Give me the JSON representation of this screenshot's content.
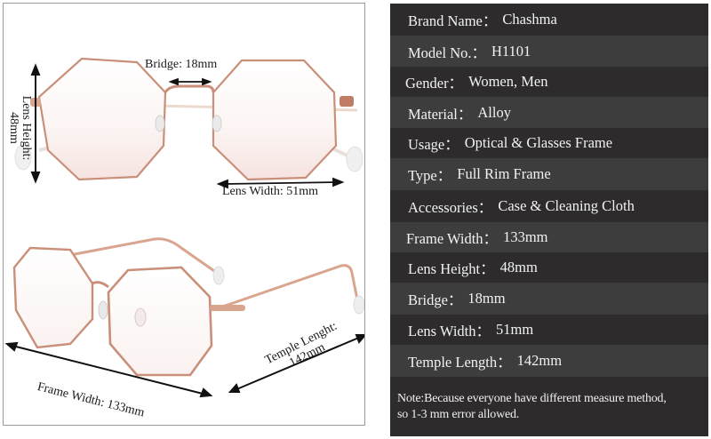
{
  "product_images": {
    "front_view": {
      "annotations": {
        "bridge": "Bridge: 18mm",
        "lens_width": "Lens Width: 51mm",
        "lens_height_line1": "Lens Height:",
        "lens_height_line2": "48mm"
      }
    },
    "angled_view": {
      "annotations": {
        "frame_width": "Frame Width:  133mm",
        "temple_line1": "Temple Lenght:",
        "temple_line2": "142mm"
      }
    },
    "frame_color": "#d9a58f",
    "frame_color_dark": "#c58a72"
  },
  "specs": {
    "rows": [
      {
        "label": "Brand Name：",
        "value": "Chashma"
      },
      {
        "label": "Model No.：",
        "value": "H1101"
      },
      {
        "label": "Gender：",
        "value": "Women, Men"
      },
      {
        "label": "Material：",
        "value": "Alloy"
      },
      {
        "label": "Usage：",
        "value": "Optical & Glasses Frame"
      },
      {
        "label": "Type：",
        "value": "Full Rim Frame"
      },
      {
        "label": "Accessories：",
        "value": "Case & Cleaning Cloth"
      },
      {
        "label": "Frame Width：",
        "value": "133mm"
      },
      {
        "label": "Lens Height：",
        "value": "48mm"
      },
      {
        "label": "Bridge：",
        "value": "18mm"
      },
      {
        "label": "Lens Width：",
        "value": "51mm"
      },
      {
        "label": "Temple Length：",
        "value": "142mm"
      }
    ],
    "note_line1": "Note:Because everyone have different measure method,",
    "note_line2": "so 1-3 mm error allowed.",
    "colors": {
      "row_dark": "#2d2b2c",
      "row_light": "#3e3d3e",
      "text": "#f2f2f2"
    }
  }
}
